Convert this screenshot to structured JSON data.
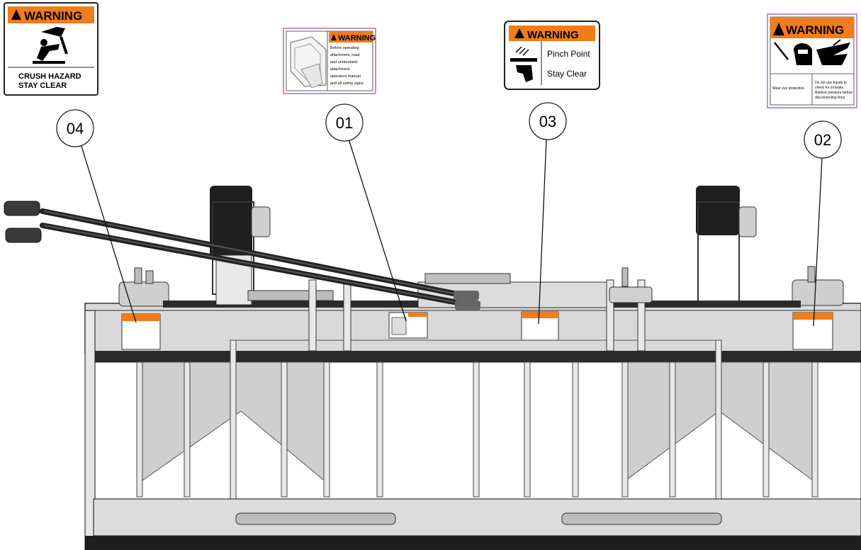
{
  "callouts": {
    "c01": "01",
    "c02": "02",
    "c03": "03",
    "c04": "04"
  },
  "decals": {
    "crush": {
      "header": "WARNING",
      "line1": "CRUSH HAZARD",
      "line2": "STAY CLEAR"
    },
    "manual": {
      "header": "WARNING",
      "line1": "Before operating",
      "line2": "attachment, read",
      "line3": "and understand",
      "line4": "attachment",
      "line5": "operators manual",
      "line6": "and all safety signs."
    },
    "pinch": {
      "header": "WARNING",
      "line1": "Pinch Point",
      "line2": "Stay Clear"
    },
    "eye": {
      "header": "WARNING",
      "left_text": "Wear eye protection.",
      "right_line1": "Do not use hands to",
      "right_line2": "check for oil leaks.",
      "right_line3": "Relieve pressure before",
      "right_line4": "disconnecting lines."
    }
  },
  "colors": {
    "warning_orange": "#f07d1a",
    "body_gray": "#d6d6d6",
    "dark": "#1b1b1b"
  }
}
